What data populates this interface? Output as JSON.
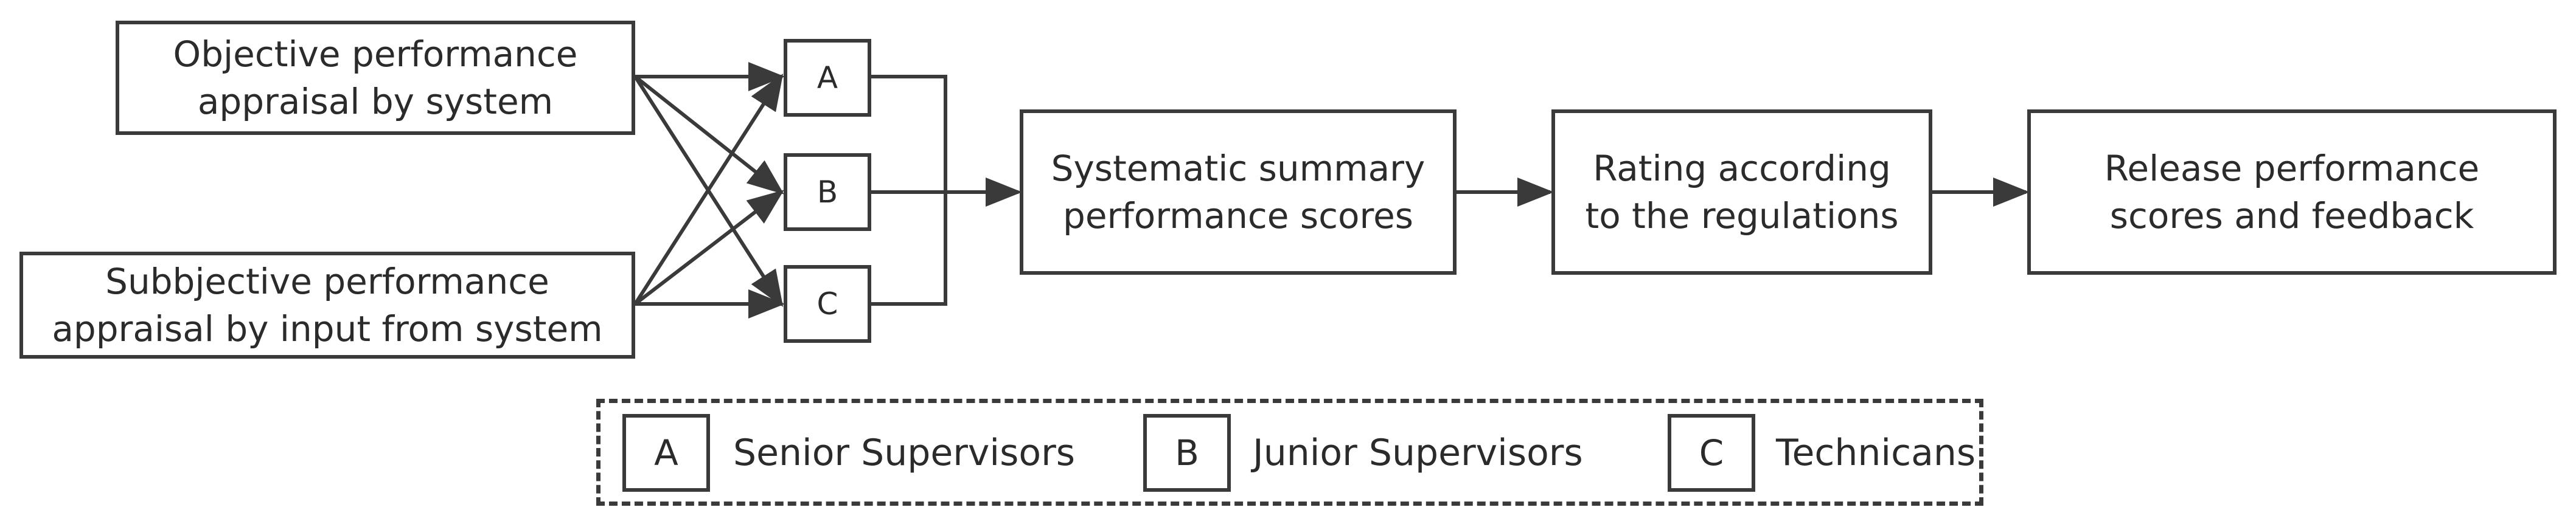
{
  "process": {
    "objective": "Objective performance\nappraisal by system",
    "subjective": "Subbjective performance\nappraisal by input from system",
    "summary": "Systematic summary\nperformance scores",
    "rating": "Rating according\nto the regulations",
    "release": "Release performance\nscores and feedback"
  },
  "roles": {
    "a": "A",
    "b": "B",
    "c": "C"
  },
  "legend": {
    "items": [
      {
        "key": "A",
        "label": "Senior Supervisors"
      },
      {
        "key": "B",
        "label": "Junior Supervisors"
      },
      {
        "key": "C",
        "label": "Technicans"
      }
    ]
  }
}
